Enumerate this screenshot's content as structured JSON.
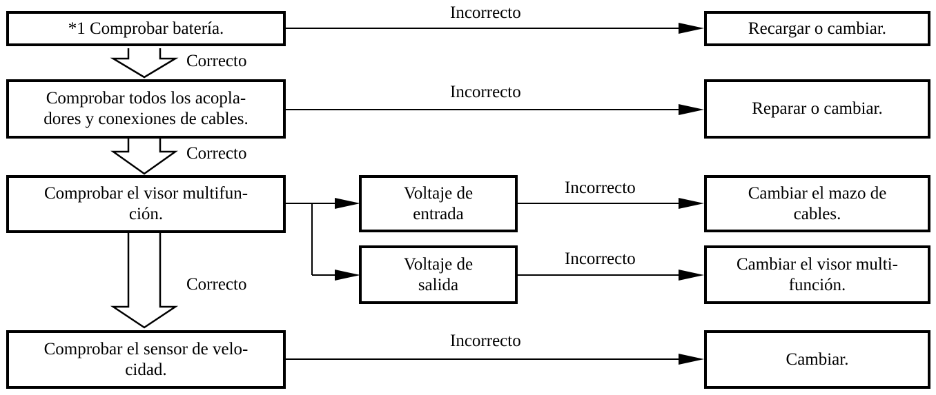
{
  "steps": [
    {
      "check": "*1 Comprobar batería.",
      "result": "Recargar o cambiar.",
      "fail_label": "Incorrecto"
    },
    {
      "check": "Comprobar todos los acopla-\ndores y conexiones de cables.",
      "result": "Reparar o cambiar.",
      "fail_label": "Incorrecto"
    },
    {
      "check": "Comprobar el visor multifun-\nción."
    },
    {
      "check": "Comprobar el sensor de velo-\ncidad.",
      "result": "Cambiar.",
      "fail_label": "Incorrecto"
    }
  ],
  "ok_labels": [
    "Correcto",
    "Correcto",
    "Correcto"
  ],
  "branches": [
    {
      "check": "Voltaje de\nentrada",
      "result": "Cambiar el mazo de\ncables.",
      "fail_label": "Incorrecto"
    },
    {
      "check": "Voltaje de\nsalida",
      "result": "Cambiar el visor multi-\nfunción.",
      "fail_label": "Incorrecto"
    }
  ]
}
